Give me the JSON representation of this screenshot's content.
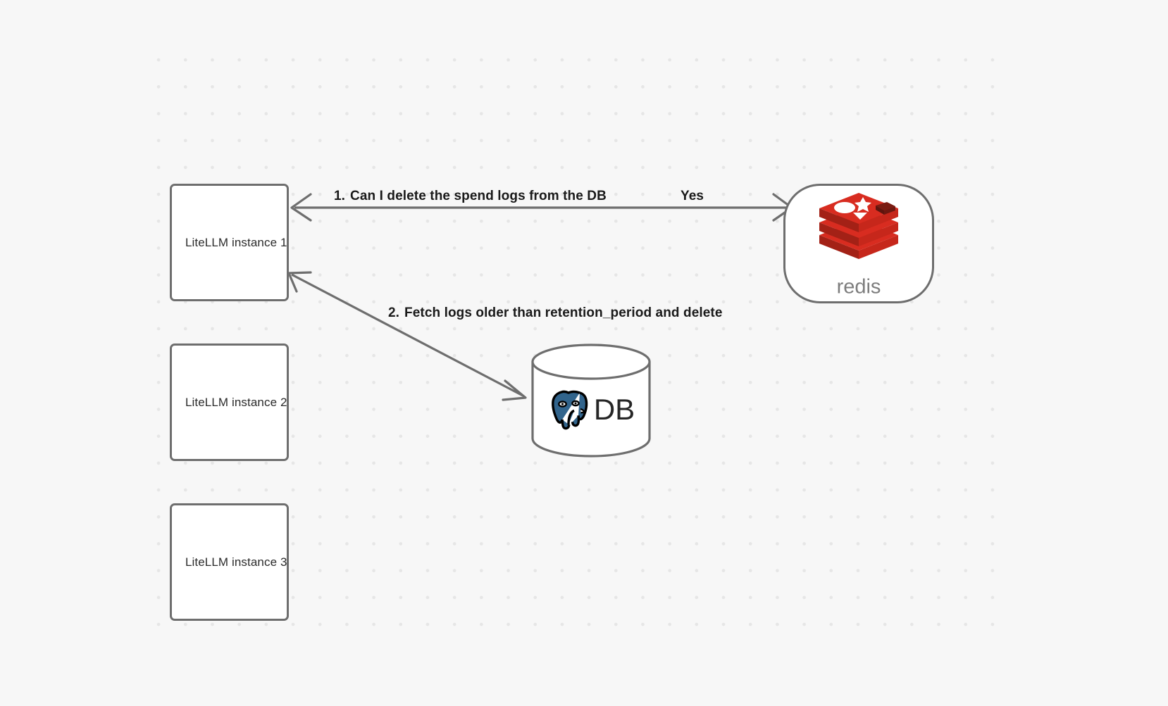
{
  "canvas": {
    "background_color": "#f7f7f7",
    "grid_dot_color": "#e6e6e6"
  },
  "diagram": {
    "type": "sequence-architecture-diagram",
    "nodes": [
      {
        "id": "instance-1",
        "label": "LiteLLM instance 1",
        "shape": "rounded-rectangle"
      },
      {
        "id": "instance-2",
        "label": "LiteLLM instance 2",
        "shape": "rounded-rectangle"
      },
      {
        "id": "instance-3",
        "label": "LiteLLM instance 3",
        "shape": "rounded-rectangle"
      },
      {
        "id": "redis",
        "label": "redis",
        "shape": "stadium",
        "icon": "redis-logo-icon",
        "accent_color": "#d82c20"
      },
      {
        "id": "db",
        "label": "DB",
        "shape": "cylinder",
        "icon": "postgresql-elephant-icon",
        "accent_color": "#31648c"
      }
    ],
    "edges": [
      {
        "id": "edge-1",
        "from": "instance-1",
        "to": "redis",
        "direction": "bidirectional",
        "step": "1.",
        "label": "Can I delete the spend logs from the DB",
        "answer": "Yes",
        "stroke_color": "#6e6e6e"
      },
      {
        "id": "edge-2",
        "from": "instance-1",
        "to": "db",
        "direction": "bidirectional",
        "step": "2.",
        "label": "Fetch logs older than retention_period and delete",
        "stroke_color": "#6e6e6e"
      }
    ]
  }
}
